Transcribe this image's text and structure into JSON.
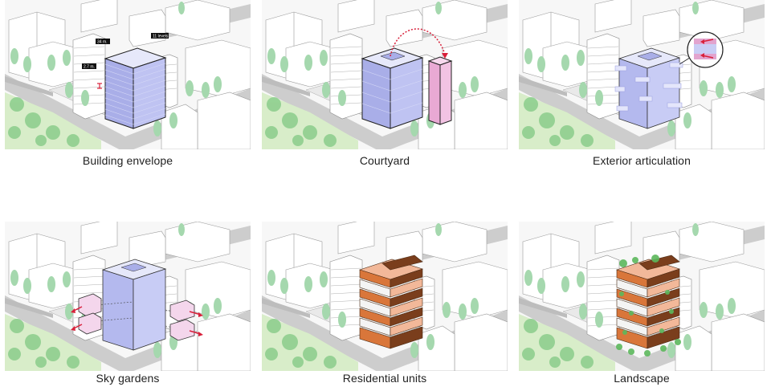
{
  "figure": {
    "panels": [
      {
        "id": "building-envelope",
        "caption": "Building envelope",
        "annotations": [
          "34 m.",
          "2.7 m.",
          "11 levels"
        ],
        "massing_color": "#b8bdf0"
      },
      {
        "id": "courtyard",
        "caption": "Courtyard",
        "massing_color": "#b8bdf0",
        "extracted_volume_color": "#f2b8e0",
        "arrow_color": "#d8203a"
      },
      {
        "id": "exterior-articulation",
        "caption": "Exterior articulation",
        "massing_color": "#c4c8f4",
        "arrow_color": "#d8203a"
      },
      {
        "id": "sky-gardens",
        "caption": "Sky gardens",
        "massing_color": "#c4c8f4",
        "extracted_volume_color": "#f2cfe8",
        "arrow_color": "#d8203a"
      },
      {
        "id": "residential-units",
        "caption": "Residential units",
        "unit_colors": [
          "#7a3e1c",
          "#d9763a",
          "#f2b899",
          "#f4f4f4"
        ]
      },
      {
        "id": "landscape",
        "caption": "Landscape",
        "unit_colors": [
          "#7a3e1c",
          "#d9763a",
          "#f2b899",
          "#f4f4f4"
        ],
        "greenery_color": "#5cb85c"
      }
    ],
    "colors": {
      "background": "#f6f6f6",
      "context_building": "#ffffff",
      "context_line": "#9a9a9a",
      "road": "#cfcfcf",
      "tree": "#9fd4a8",
      "park": "#d6ecc8"
    }
  }
}
